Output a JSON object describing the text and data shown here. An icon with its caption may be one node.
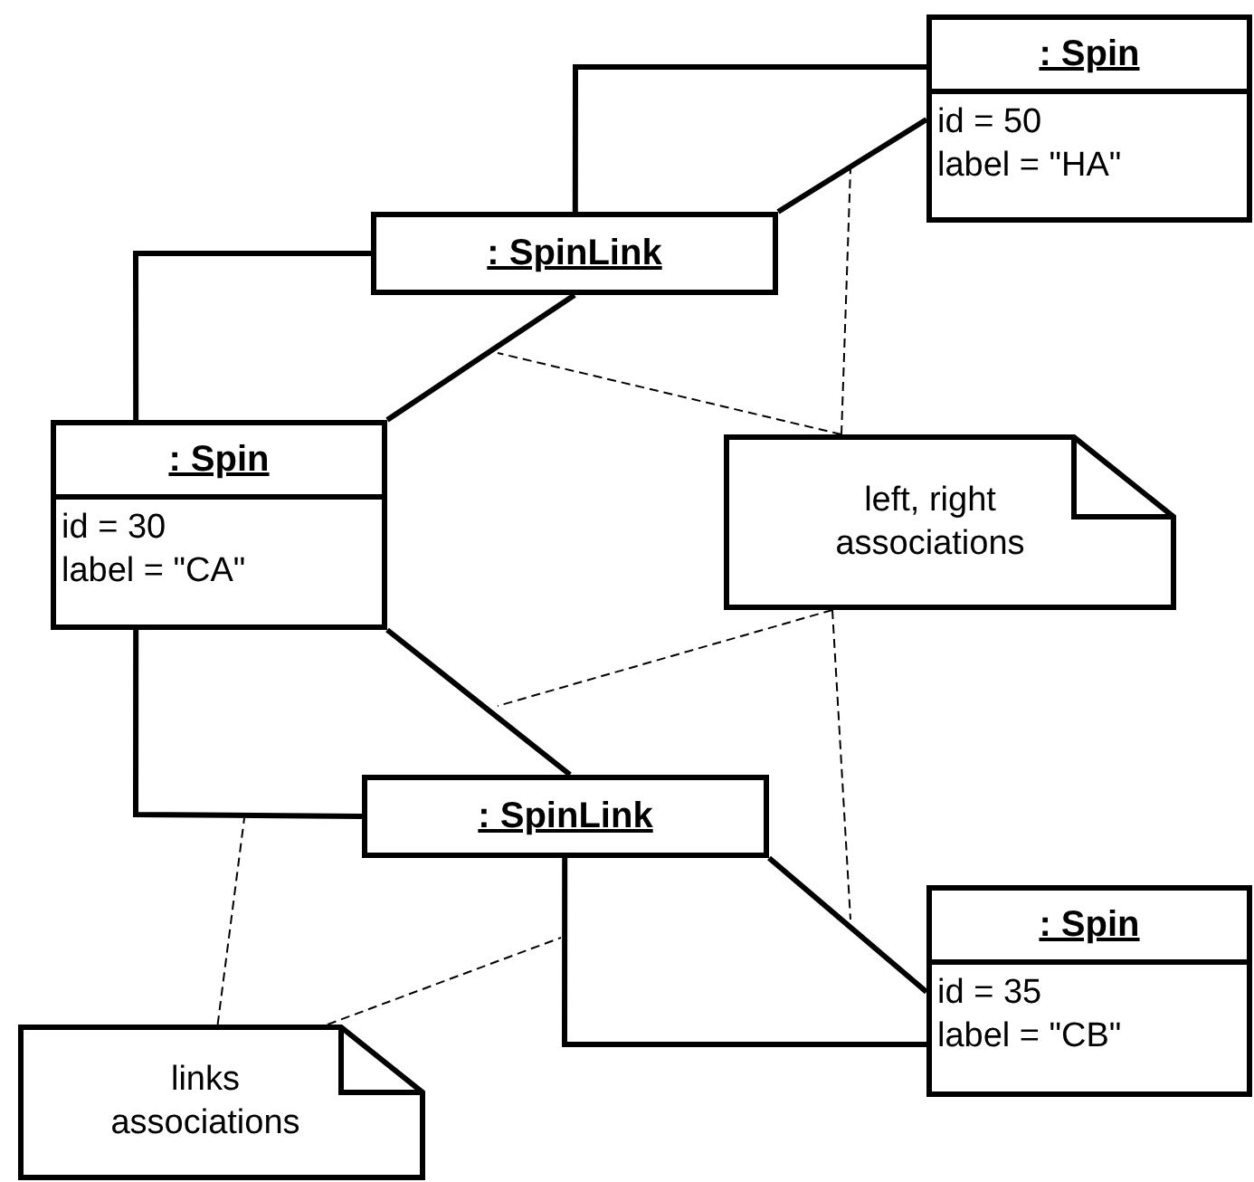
{
  "diagram": {
    "nodes": [
      {
        "text": [
          ": Spin",
          "id = 50",
          "label = \"HA\""
        ]
      },
      {
        "text": [
          ": SpinLink"
        ]
      },
      {
        "text": [
          ": Spin",
          "id = 30",
          "label = \"CA\""
        ]
      },
      {
        "text": [
          "left, right associations"
        ]
      },
      {
        "text": [
          ": SpinLink"
        ]
      },
      {
        "text": [
          ": Spin",
          "id = 35",
          "label = \"CB\""
        ]
      },
      {
        "text": [
          "links associations"
        ]
      }
    ],
    "edges": [
      {
        "from": 1,
        "to": 0,
        "arrow": "none"
      },
      {
        "from": 1,
        "to": 0,
        "arrow": "none"
      },
      {
        "from": 1,
        "to": 2,
        "arrow": "none"
      },
      {
        "from": 1,
        "to": 2,
        "arrow": "none"
      },
      {
        "from": 4,
        "to": 2,
        "arrow": "none"
      },
      {
        "from": 4,
        "to": 2,
        "arrow": "none"
      },
      {
        "from": 4,
        "to": 5,
        "arrow": "none"
      },
      {
        "from": 4,
        "to": 5,
        "arrow": "none"
      },
      {
        "from": 3,
        "to": null,
        "arrow": "none",
        "style": "dashed"
      },
      {
        "from": 3,
        "to": null,
        "arrow": "none",
        "style": "dashed"
      },
      {
        "from": 3,
        "to": null,
        "arrow": "none",
        "style": "dashed"
      },
      {
        "from": 3,
        "to": null,
        "arrow": "none",
        "style": "dashed"
      },
      {
        "from": 6,
        "to": null,
        "arrow": "none",
        "style": "dashed"
      },
      {
        "from": 6,
        "to": null,
        "arrow": "none",
        "style": "dashed"
      }
    ]
  }
}
